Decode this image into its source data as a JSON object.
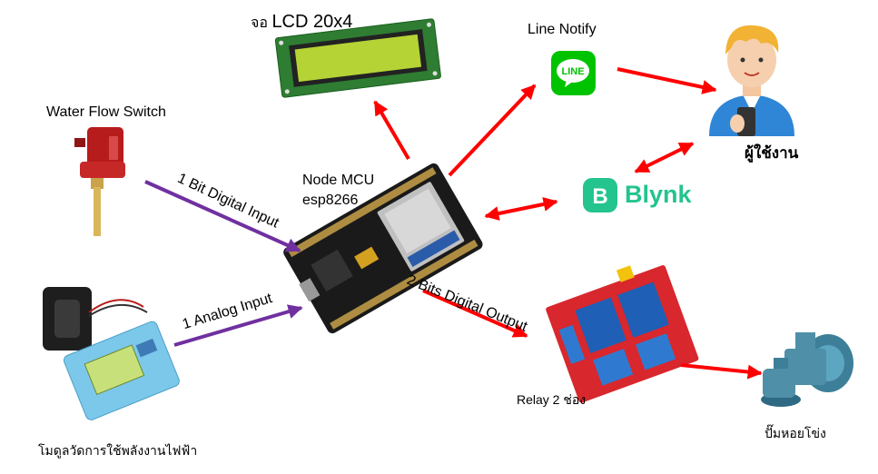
{
  "nodes": {
    "lcd": {
      "prefix": "จอ",
      "label": "LCD 20x4"
    },
    "line_notify": {
      "label": "Line Notify",
      "logo_text": "LINE"
    },
    "user": {
      "label": "ผู้ใช้งาน"
    },
    "blynk": {
      "label": "Blynk",
      "logo_letter": "B"
    },
    "water_flow_switch": {
      "label": "Water Flow Switch"
    },
    "node_mcu": {
      "label_line1": "Node MCU",
      "label_line2": "esp8266"
    },
    "power_meter": {
      "label": "โมดูลวัดการใช้พลังงานไฟฟ้า"
    },
    "relay": {
      "label": "Relay 2 ช่อง"
    },
    "pump": {
      "label": "ปั๊มหอยโข่ง"
    }
  },
  "edges": {
    "digital_input": {
      "label": "1 Bit Digital Input"
    },
    "analog_input": {
      "label": "1 Analog Input"
    },
    "digital_output": {
      "label": "2 Bits Digital Output"
    }
  },
  "colors": {
    "input_arrow": "#7030a0",
    "output_arrow": "#ff0000",
    "line_green": "#00c300",
    "blynk_green": "#23c48e",
    "lcd_screen": "#b5d334",
    "board": "#1a1a1a",
    "relay_board": "#d8272d",
    "relay_block": "#1f5fb5",
    "pump_body": "#4f8fa8"
  }
}
